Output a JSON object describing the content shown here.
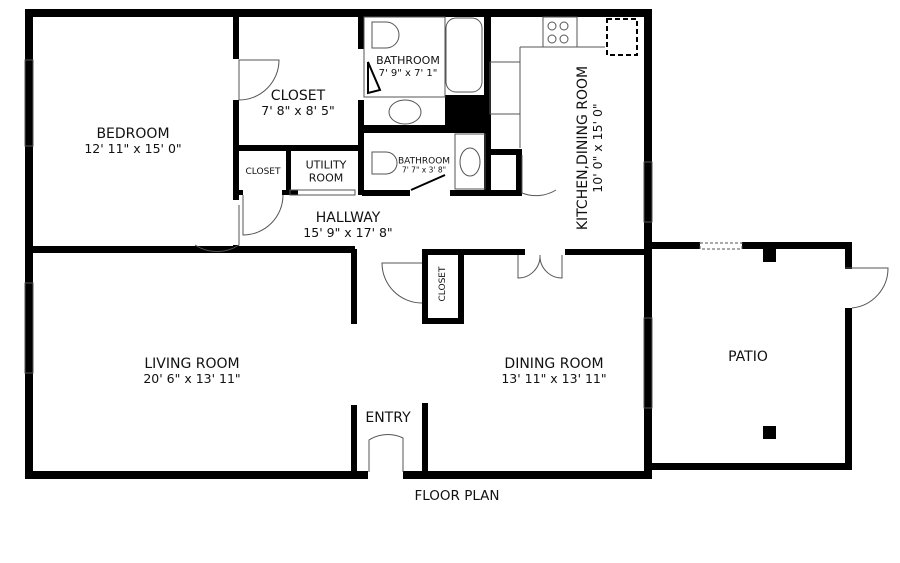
{
  "plan": {
    "title": "FLOOR PLAN",
    "rooms": [
      {
        "name": "BEDROOM",
        "dims": "12' 11\" x 15' 0\""
      },
      {
        "name": "CLOSET",
        "dims": "7' 8\" x 8' 5\""
      },
      {
        "name": "BATHROOM",
        "dims": "7' 9\" x 7' 1\""
      },
      {
        "name": "KITCHEN,DINING ROOM",
        "dims": "10' 0\" x 15' 0\""
      },
      {
        "name": "CLOSET",
        "dims": ""
      },
      {
        "name": "UTILITY ROOM",
        "dims": ""
      },
      {
        "name": "BATHROOM",
        "dims": "7' 7\" x 3' 8\""
      },
      {
        "name": "HALLWAY",
        "dims": "15' 9\" x 17' 8\""
      },
      {
        "name": "CLOSET",
        "dims": ""
      },
      {
        "name": "LIVING ROOM",
        "dims": "20' 6\" x 13' 11\""
      },
      {
        "name": "DINING ROOM",
        "dims": "13' 11\" x 13' 11\""
      },
      {
        "name": "ENTRY",
        "dims": ""
      },
      {
        "name": "PATIO",
        "dims": ""
      }
    ],
    "colors": {
      "wall": "#000000",
      "line": "#555555",
      "background": "#ffffff"
    }
  }
}
